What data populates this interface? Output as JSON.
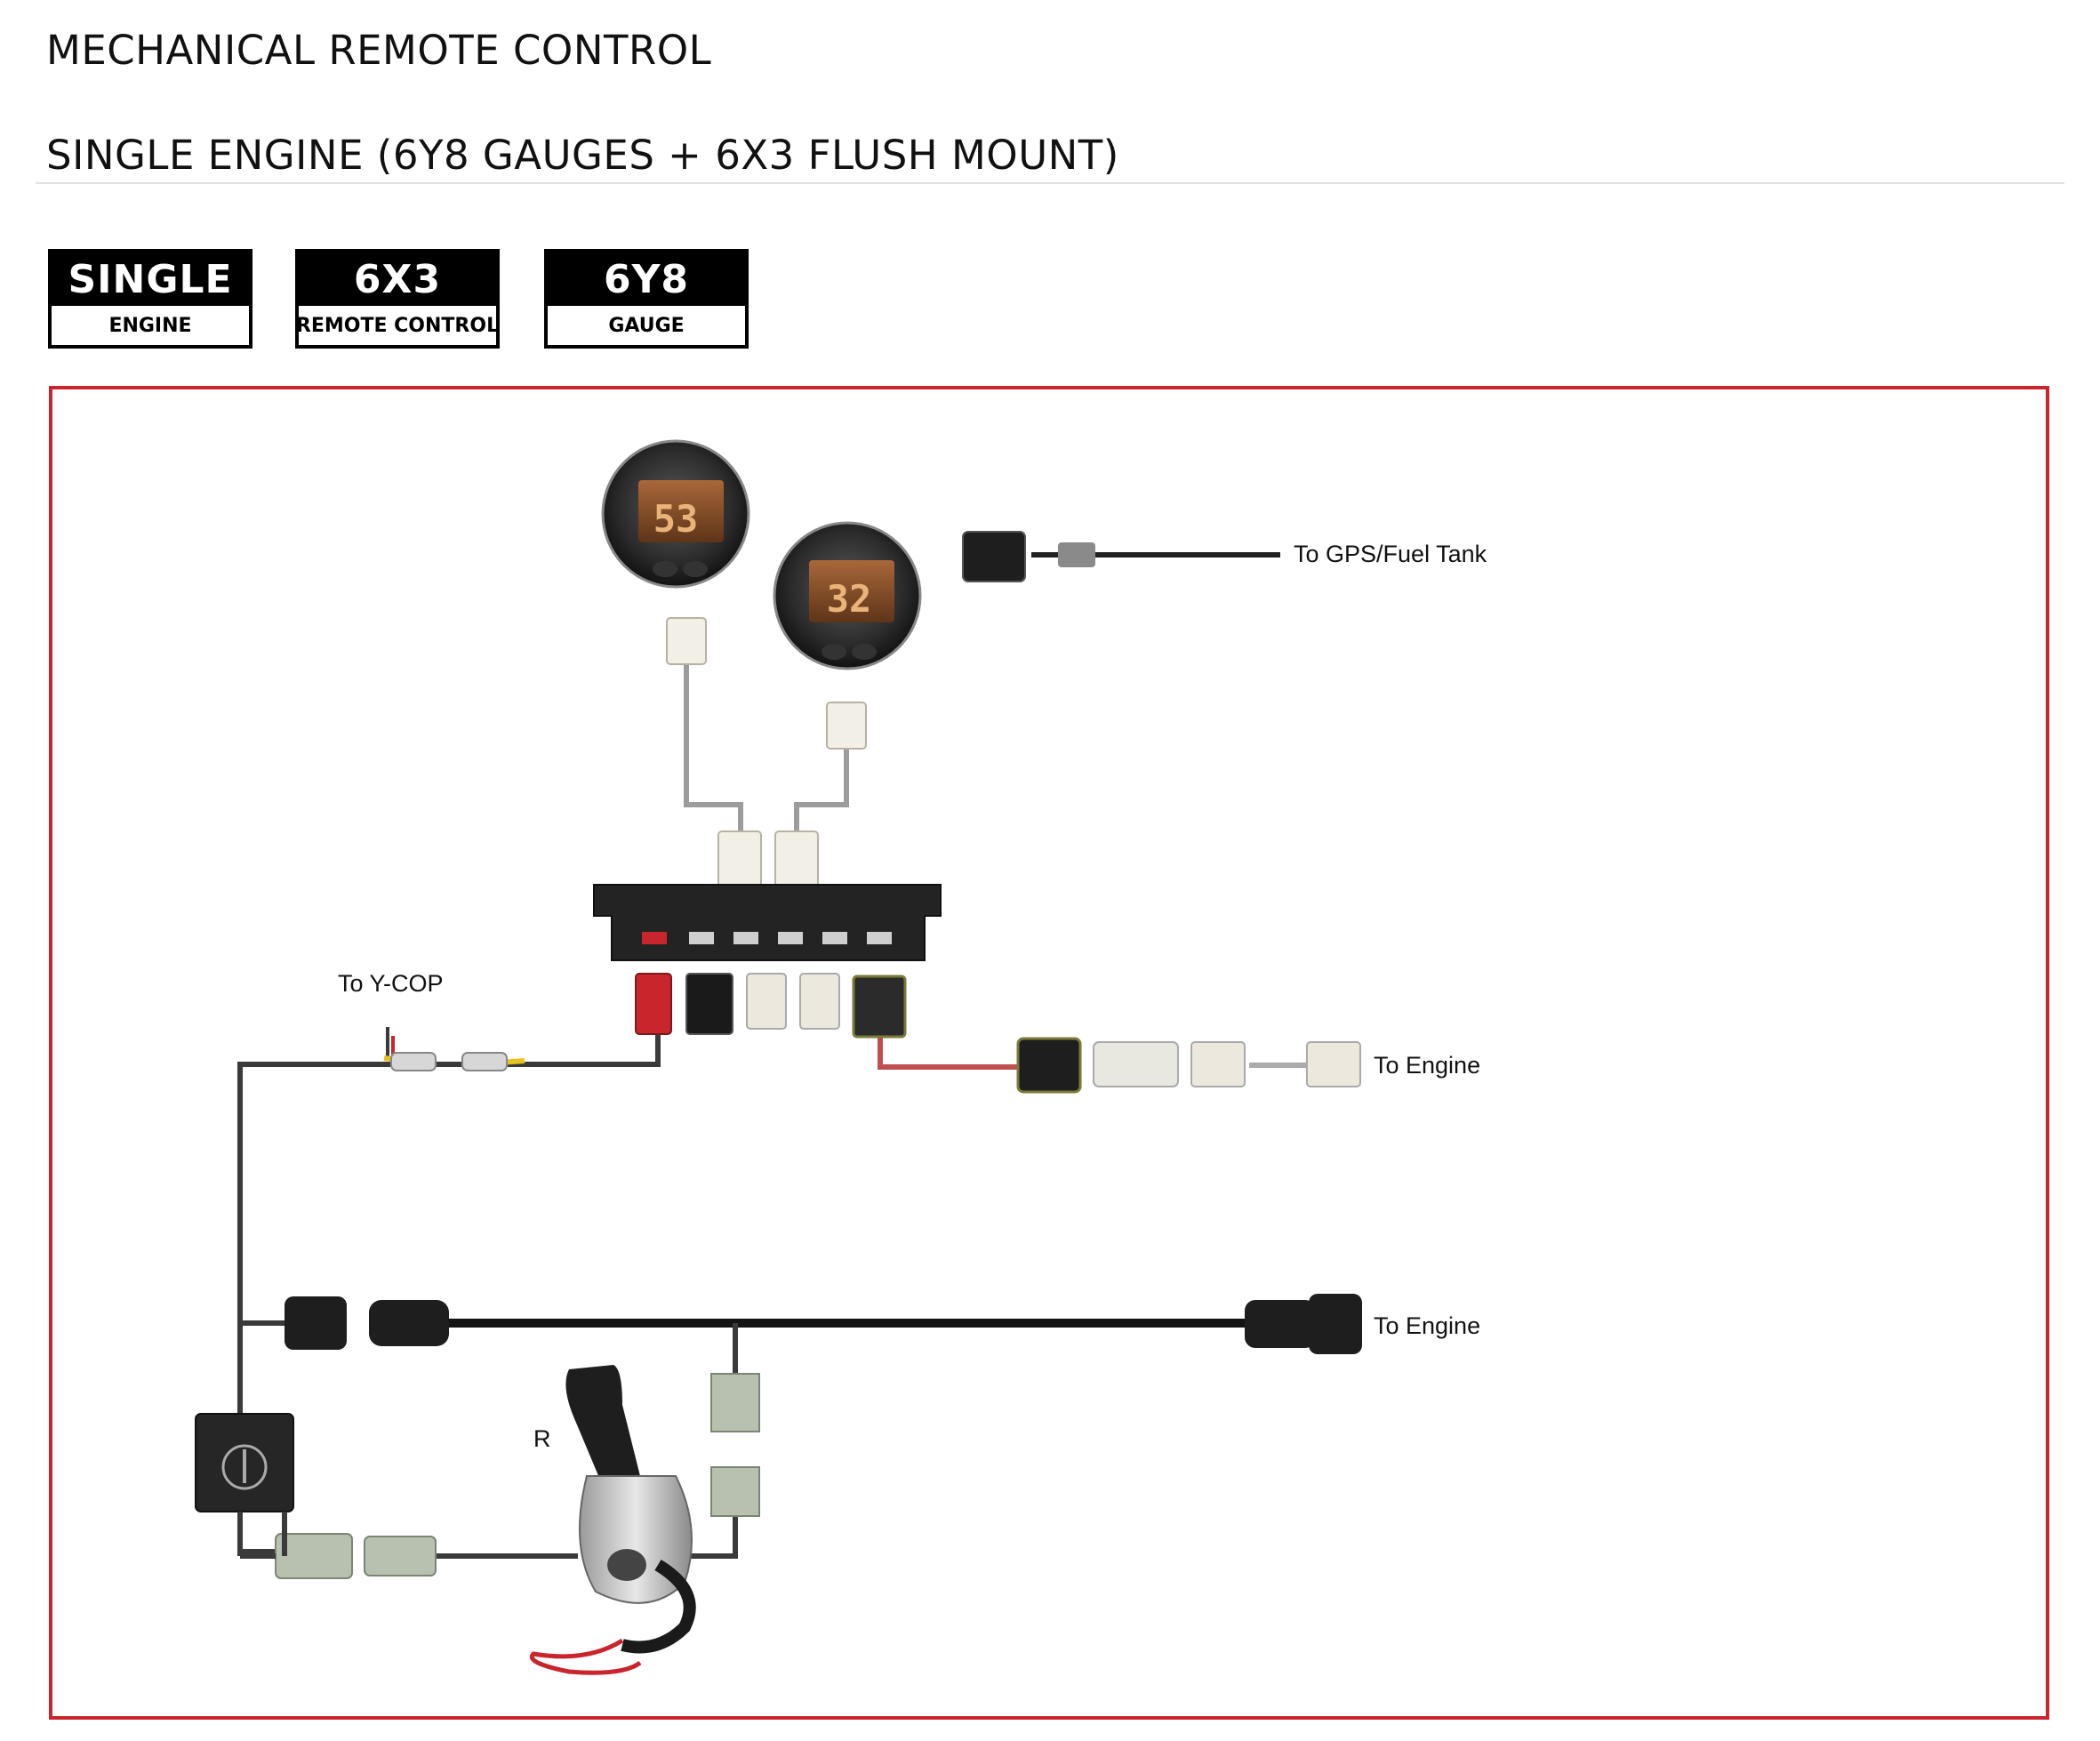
{
  "header": {
    "title": "MECHANICAL REMOTE CONTROL",
    "subtitle": "SINGLE ENGINE (6Y8 GAUGES + 6X3 FLUSH MOUNT)"
  },
  "badges": [
    {
      "top": "SINGLE",
      "bottom": "ENGINE"
    },
    {
      "top": "6X3",
      "bottom": "REMOTE CONTROL"
    },
    {
      "top": "6Y8",
      "bottom": "GAUGE"
    }
  ],
  "diagram": {
    "labels": {
      "gps": "To GPS/Fuel Tank",
      "ycop": "To Y-COP",
      "engine_1": "To Engine",
      "engine_2": "To Engine",
      "reverse": "R"
    },
    "gauges": {
      "left_display": "53",
      "right_display": "32"
    },
    "colors": {
      "frame": "#c9252c",
      "cable": "#3a3a3a",
      "harness": "#1a1a1a",
      "signal_wire": "#aaaaaa",
      "power_wire": "#c0504d"
    }
  }
}
